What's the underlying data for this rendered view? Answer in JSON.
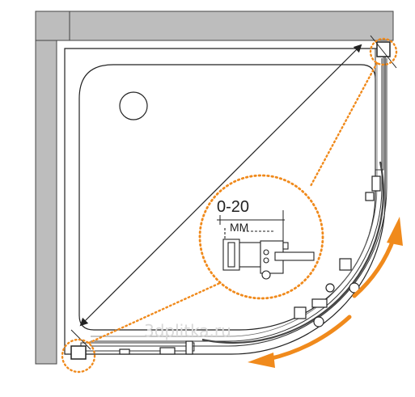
{
  "diagram": {
    "gap_range_label": "0-20",
    "gap_unit_label": "MM",
    "watermark": "3dplitka.ru"
  },
  "colors": {
    "accent": "#f08a1c",
    "wall": "#b9b9b9",
    "line": "#222222",
    "tray_fill": "#ffffff"
  }
}
